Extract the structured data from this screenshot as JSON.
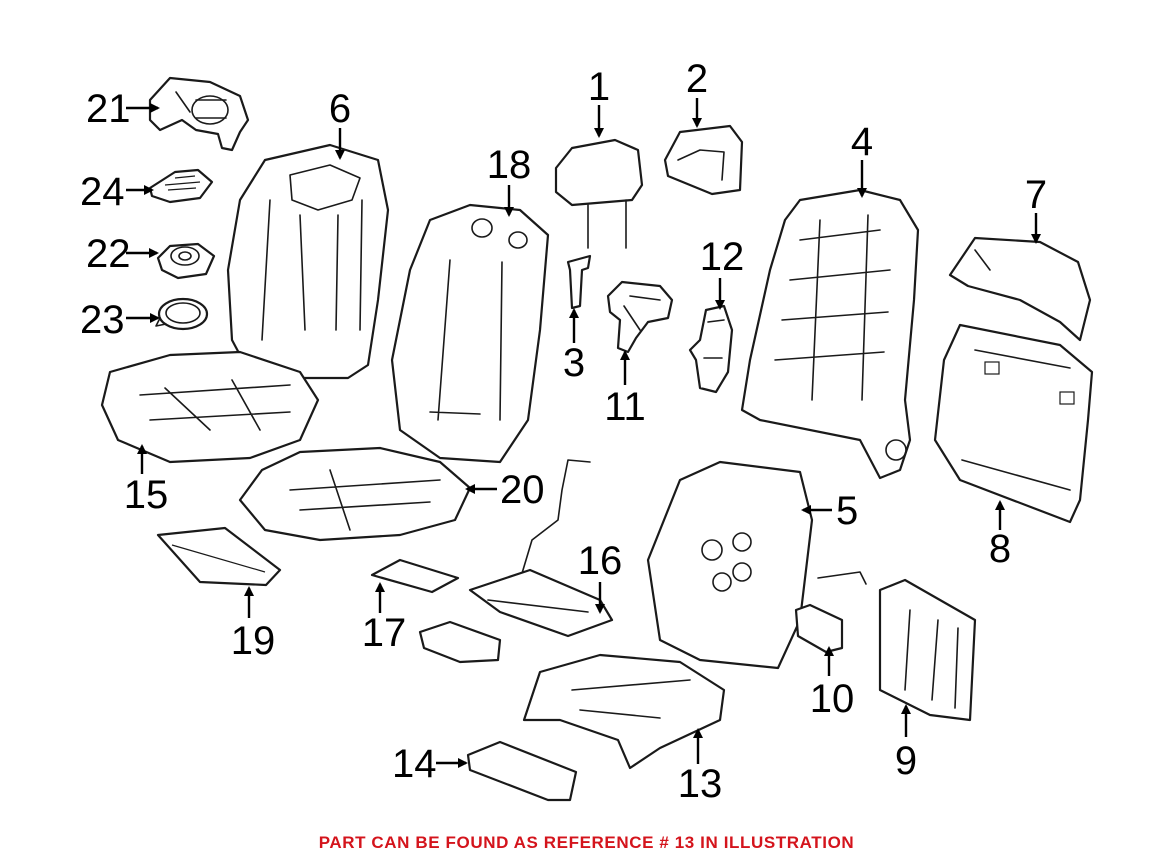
{
  "callouts": [
    {
      "id": "1",
      "label": "1"
    },
    {
      "id": "2",
      "label": "2"
    },
    {
      "id": "3",
      "label": "3"
    },
    {
      "id": "4",
      "label": "4"
    },
    {
      "id": "5",
      "label": "5"
    },
    {
      "id": "6",
      "label": "6"
    },
    {
      "id": "7",
      "label": "7"
    },
    {
      "id": "8",
      "label": "8"
    },
    {
      "id": "9",
      "label": "9"
    },
    {
      "id": "10",
      "label": "10"
    },
    {
      "id": "11",
      "label": "11"
    },
    {
      "id": "12",
      "label": "12"
    },
    {
      "id": "13",
      "label": "13"
    },
    {
      "id": "14",
      "label": "14"
    },
    {
      "id": "15",
      "label": "15"
    },
    {
      "id": "16",
      "label": "16"
    },
    {
      "id": "17",
      "label": "17"
    },
    {
      "id": "18",
      "label": "18"
    },
    {
      "id": "19",
      "label": "19"
    },
    {
      "id": "20",
      "label": "20"
    },
    {
      "id": "21",
      "label": "21"
    },
    {
      "id": "22",
      "label": "22"
    },
    {
      "id": "23",
      "label": "23"
    },
    {
      "id": "24",
      "label": "24"
    }
  ],
  "footer": {
    "note": "PART CAN BE FOUND AS REFERENCE # 13 IN ILLUSTRATION",
    "color": "#d4141c"
  },
  "colors": {
    "line": "#1a1a1a",
    "background": "#ffffff"
  },
  "highlighted_reference": "13"
}
